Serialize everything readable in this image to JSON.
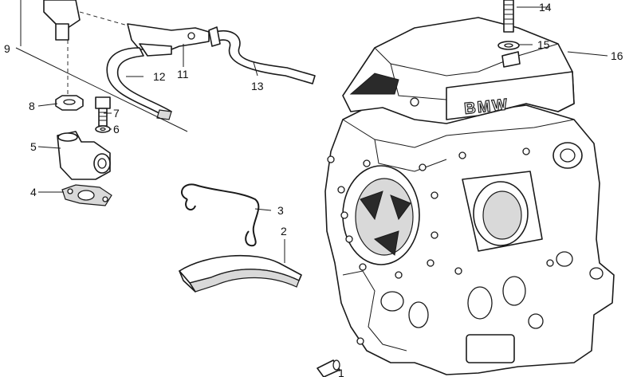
{
  "brand": {
    "logo_text": "BMW"
  },
  "callouts": [
    {
      "id": "c1",
      "text": "1"
    },
    {
      "id": "c2",
      "text": "2"
    },
    {
      "id": "c3",
      "text": "3"
    },
    {
      "id": "c4",
      "text": "4"
    },
    {
      "id": "c5",
      "text": "5"
    },
    {
      "id": "c6",
      "text": "6"
    },
    {
      "id": "c7",
      "text": "7"
    },
    {
      "id": "c8",
      "text": "8"
    },
    {
      "id": "c9",
      "text": "9"
    },
    {
      "id": "c11",
      "text": "11"
    },
    {
      "id": "c12",
      "text": "12"
    },
    {
      "id": "c13",
      "text": "13"
    },
    {
      "id": "c14",
      "text": "14"
    },
    {
      "id": "c15",
      "text": "15"
    },
    {
      "id": "c16",
      "text": "16"
    }
  ]
}
